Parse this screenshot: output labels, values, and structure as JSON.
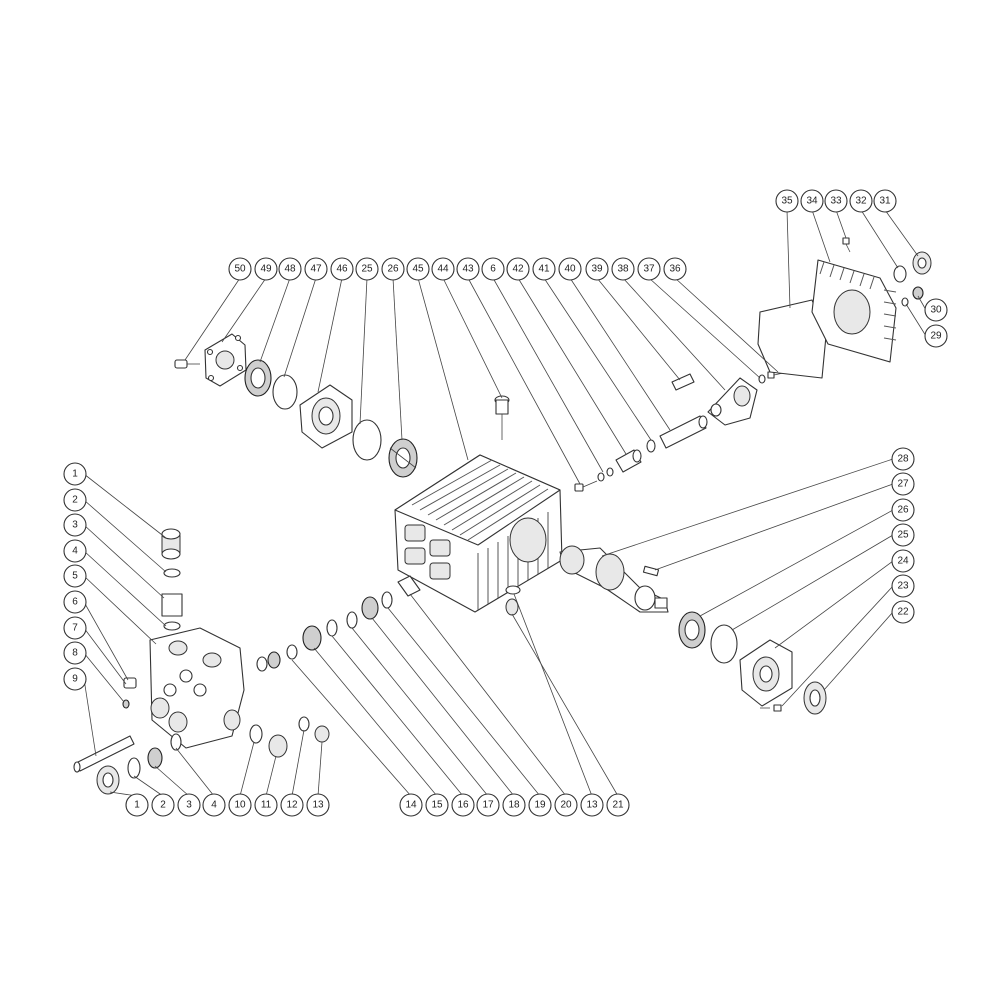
{
  "diagram": {
    "line_color": "#333333",
    "background": "#ffffff",
    "callouts": [
      {
        "id": "c-50",
        "label": "50"
      },
      {
        "id": "c-49",
        "label": "49"
      },
      {
        "id": "c-48",
        "label": "48"
      },
      {
        "id": "c-47",
        "label": "47"
      },
      {
        "id": "c-46",
        "label": "46"
      },
      {
        "id": "c-25a",
        "label": "25"
      },
      {
        "id": "c-26a",
        "label": "26"
      },
      {
        "id": "c-45",
        "label": "45"
      },
      {
        "id": "c-44",
        "label": "44"
      },
      {
        "id": "c-43",
        "label": "43"
      },
      {
        "id": "c-6a",
        "label": "6"
      },
      {
        "id": "c-42",
        "label": "42"
      },
      {
        "id": "c-41",
        "label": "41"
      },
      {
        "id": "c-40",
        "label": "40"
      },
      {
        "id": "c-39",
        "label": "39"
      },
      {
        "id": "c-38",
        "label": "38"
      },
      {
        "id": "c-37",
        "label": "37"
      },
      {
        "id": "c-36",
        "label": "36"
      },
      {
        "id": "c-35",
        "label": "35"
      },
      {
        "id": "c-34",
        "label": "34"
      },
      {
        "id": "c-33",
        "label": "33"
      },
      {
        "id": "c-32",
        "label": "32"
      },
      {
        "id": "c-31",
        "label": "31"
      },
      {
        "id": "c-30",
        "label": "30"
      },
      {
        "id": "c-29",
        "label": "29"
      },
      {
        "id": "c-28",
        "label": "28"
      },
      {
        "id": "c-27",
        "label": "27"
      },
      {
        "id": "c-26b",
        "label": "26"
      },
      {
        "id": "c-25b",
        "label": "25"
      },
      {
        "id": "c-24",
        "label": "24"
      },
      {
        "id": "c-23",
        "label": "23"
      },
      {
        "id": "c-22",
        "label": "22"
      },
      {
        "id": "c-l1",
        "label": "1"
      },
      {
        "id": "c-l2",
        "label": "2"
      },
      {
        "id": "c-l3",
        "label": "3"
      },
      {
        "id": "c-l4",
        "label": "4"
      },
      {
        "id": "c-l5",
        "label": "5"
      },
      {
        "id": "c-l6",
        "label": "6"
      },
      {
        "id": "c-l7",
        "label": "7"
      },
      {
        "id": "c-l8",
        "label": "8"
      },
      {
        "id": "c-l9",
        "label": "9"
      },
      {
        "id": "c-b1",
        "label": "1"
      },
      {
        "id": "c-b2",
        "label": "2"
      },
      {
        "id": "c-b3",
        "label": "3"
      },
      {
        "id": "c-b4",
        "label": "4"
      },
      {
        "id": "c-b10",
        "label": "10"
      },
      {
        "id": "c-b11",
        "label": "11"
      },
      {
        "id": "c-b12",
        "label": "12"
      },
      {
        "id": "c-b13a",
        "label": "13"
      },
      {
        "id": "c-b14",
        "label": "14"
      },
      {
        "id": "c-b15",
        "label": "15"
      },
      {
        "id": "c-b16",
        "label": "16"
      },
      {
        "id": "c-b17",
        "label": "17"
      },
      {
        "id": "c-b18",
        "label": "18"
      },
      {
        "id": "c-b19",
        "label": "19"
      },
      {
        "id": "c-b20",
        "label": "20"
      },
      {
        "id": "c-b13b",
        "label": "13"
      },
      {
        "id": "c-b21",
        "label": "21"
      }
    ]
  }
}
